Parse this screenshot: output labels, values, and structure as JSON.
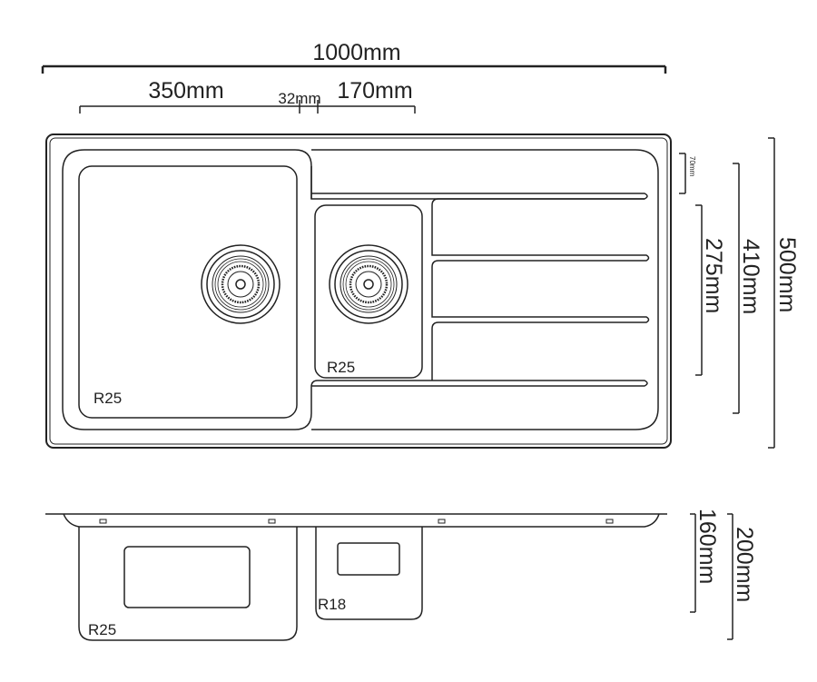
{
  "dimensions": {
    "overall_length": "1000mm",
    "large_bowl_width": "350mm",
    "bowl_gap": "32mm",
    "small_bowl_width": "170mm",
    "rim_offset": "70mm",
    "small_bowl_length": "275mm",
    "large_bowl_length": "410mm",
    "overall_width": "500mm",
    "small_bowl_depth": "160mm",
    "large_bowl_depth": "200mm"
  },
  "radii": {
    "large_bowl_top": "R25",
    "small_bowl_top": "R25",
    "large_bowl_side": "R25",
    "small_bowl_side": "R18"
  }
}
